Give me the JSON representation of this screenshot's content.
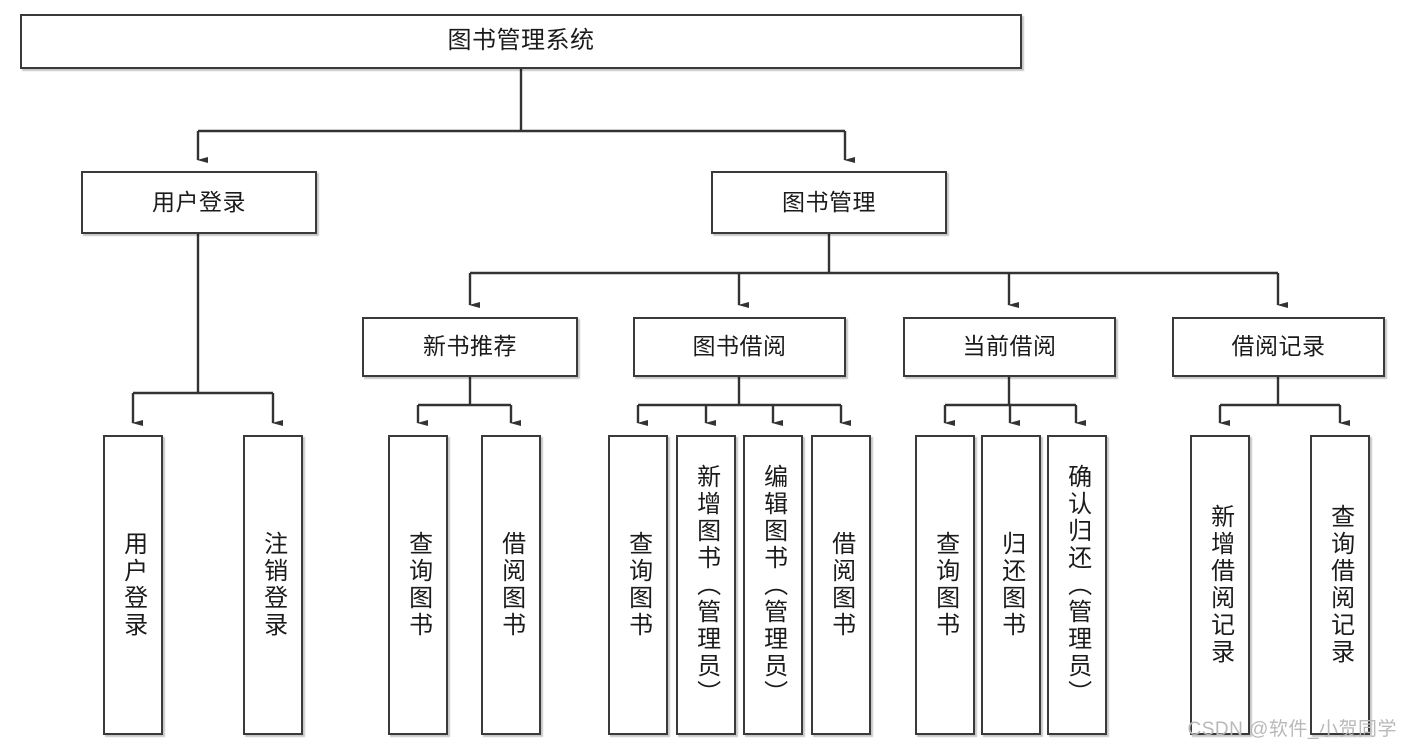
{
  "diagram": {
    "type": "tree-hierarchy-chart",
    "title": "图书管理系统",
    "background_color": "#ffffff",
    "box_border_color": "#3a3a3a",
    "line_color": "#333333",
    "watermark": "CSDN @软件_小贺同学"
  },
  "nodes": {
    "root": {
      "label": "图书管理系统"
    },
    "level2": [
      {
        "label": "用户登录"
      },
      {
        "label": "图书管理"
      }
    ],
    "level3": [
      {
        "label": "新书推荐"
      },
      {
        "label": "图书借阅"
      },
      {
        "label": "当前借阅"
      },
      {
        "label": "借阅记录"
      }
    ],
    "leaves_user_login": [
      {
        "label": "用户登录"
      },
      {
        "label": "注销登录"
      }
    ],
    "leaves_new_book": [
      {
        "label": "查询图书"
      },
      {
        "label": "借阅图书"
      }
    ],
    "leaves_borrow": [
      {
        "label": "查询图书"
      },
      {
        "label": "新增图书（管理员）"
      },
      {
        "label": "编辑图书（管理员）"
      },
      {
        "label": "借阅图书"
      }
    ],
    "leaves_current": [
      {
        "label": "查询图书"
      },
      {
        "label": "归还图书"
      },
      {
        "label": "确认归还（管理员）"
      }
    ],
    "leaves_records": [
      {
        "label": "新增借阅记录"
      },
      {
        "label": "查询借阅记录"
      }
    ]
  }
}
